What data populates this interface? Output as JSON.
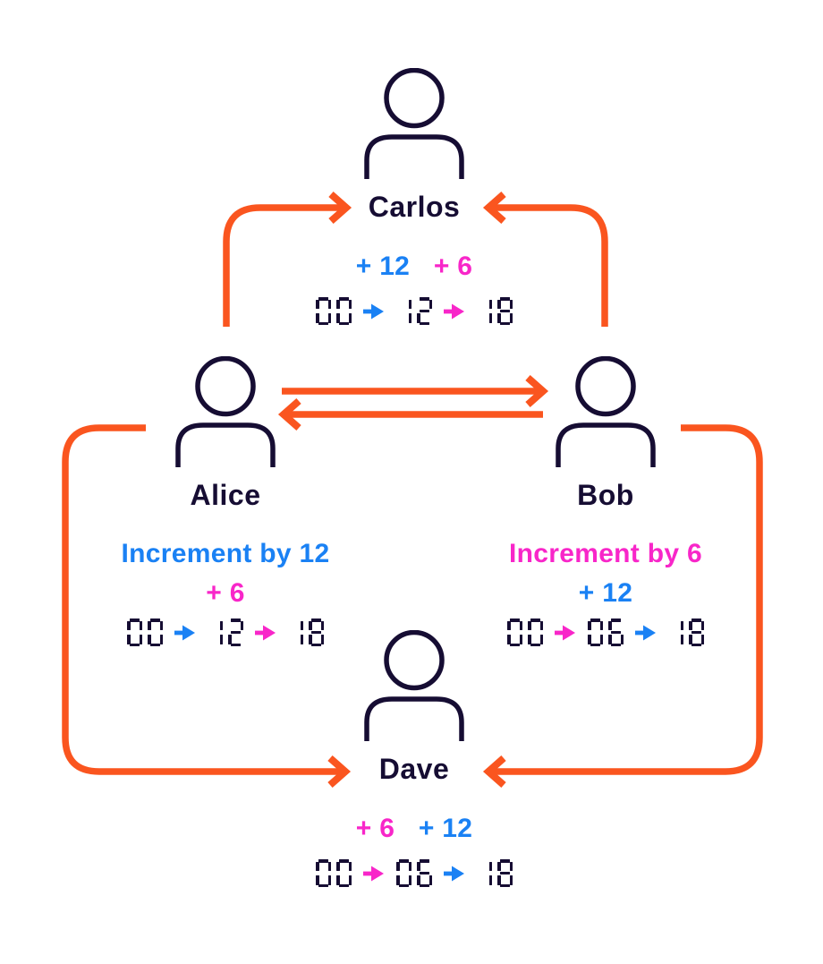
{
  "colors": {
    "navy": "#160D33",
    "blue": "#1A81F4",
    "magenta": "#F826C9",
    "orange": "#FA551F",
    "background": "#FFFFFF"
  },
  "users": [
    {
      "name": "Carlos",
      "ops": [
        {
          "label": "+ 12",
          "color": "blue"
        },
        {
          "label": "+ 6",
          "color": "magenta"
        }
      ],
      "counter": {
        "values": [
          "00",
          "12",
          "18"
        ],
        "arrows": [
          "blue",
          "magenta"
        ]
      }
    },
    {
      "name": "Alice",
      "ops": [
        {
          "label": "Increment by 12",
          "color": "blue"
        },
        {
          "label": "+ 6",
          "color": "magenta"
        }
      ],
      "counter": {
        "values": [
          "00",
          "12",
          "18"
        ],
        "arrows": [
          "blue",
          "magenta"
        ]
      }
    },
    {
      "name": "Bob",
      "ops": [
        {
          "label": "Increment by 6",
          "color": "magenta"
        },
        {
          "label": "+ 12",
          "color": "blue"
        }
      ],
      "counter": {
        "values": [
          "00",
          "06",
          "18"
        ],
        "arrows": [
          "magenta",
          "blue"
        ]
      }
    },
    {
      "name": "Dave",
      "ops": [
        {
          "label": "+ 6",
          "color": "magenta"
        },
        {
          "label": "+ 12",
          "color": "blue"
        }
      ],
      "counter": {
        "values": [
          "00",
          "06",
          "18"
        ],
        "arrows": [
          "magenta",
          "blue"
        ]
      }
    }
  ],
  "connections": [
    {
      "from": "Alice",
      "to": "Carlos",
      "color": "orange"
    },
    {
      "from": "Bob",
      "to": "Carlos",
      "color": "orange"
    },
    {
      "from": "Alice",
      "to": "Bob",
      "color": "orange"
    },
    {
      "from": "Bob",
      "to": "Alice",
      "color": "orange"
    },
    {
      "from": "Alice",
      "to": "Dave",
      "color": "orange"
    },
    {
      "from": "Bob",
      "to": "Dave",
      "color": "orange"
    }
  ],
  "icons": {
    "person": "person-icon",
    "counter_step": "arrow-right-icon",
    "sync": "sync-arrow"
  }
}
